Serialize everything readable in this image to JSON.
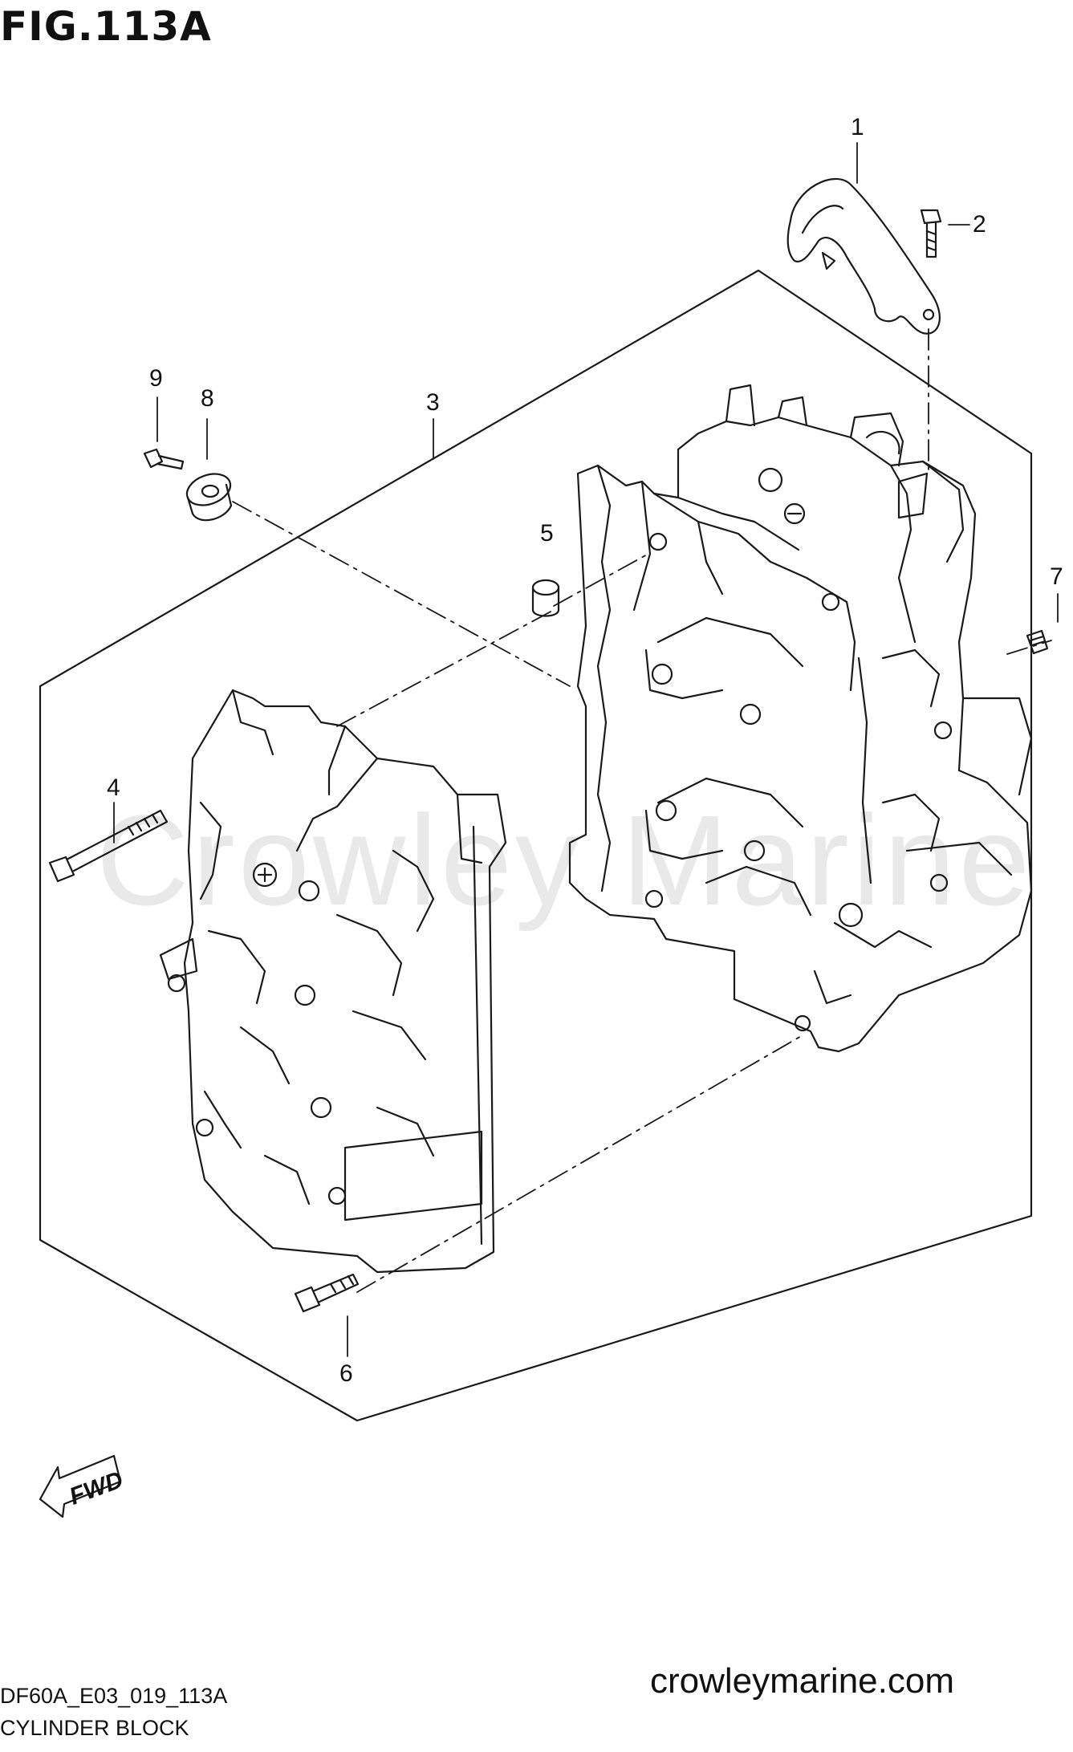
{
  "figure": {
    "title": "FIG.113A",
    "code": "DF60A_E03_019_113A",
    "caption": "CYLINDER BLOCK"
  },
  "watermark": "Crowley Marine",
  "site": "crowleymarine.com",
  "direction_label": "FWD",
  "callouts": [
    {
      "label": "1",
      "part": "hanger"
    },
    {
      "label": "2",
      "part": "bolt"
    },
    {
      "label": "3",
      "part": "cylinder block assembly"
    },
    {
      "label": "4",
      "part": "long bolt"
    },
    {
      "label": "5",
      "part": "dowel pin"
    },
    {
      "label": "6",
      "part": "bolt"
    },
    {
      "label": "7",
      "part": "plug"
    },
    {
      "label": "8",
      "part": "cap"
    },
    {
      "label": "9",
      "part": "bolt"
    }
  ],
  "colors": {
    "line": "#1a1a1a",
    "watermark": "#e9e9e9",
    "background": "#ffffff"
  }
}
